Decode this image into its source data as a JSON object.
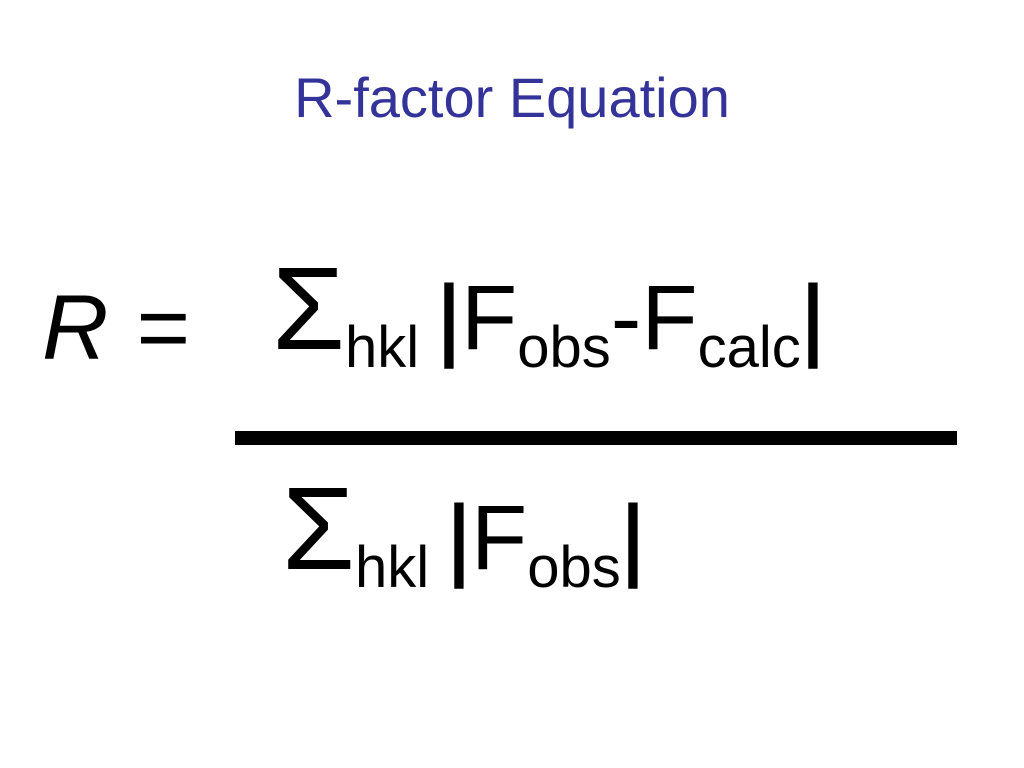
{
  "slide": {
    "title": "R-factor Equation",
    "title_color": "#333399"
  },
  "equation": {
    "lhs": {
      "var": "R",
      "equals": "="
    },
    "numerator": {
      "sigma": "Σ",
      "sigma_sub": "hkl",
      "bar_open": "|",
      "term1": "F",
      "term1_sub": "obs",
      "minus": "-",
      "term2": "F",
      "term2_sub": "calc",
      "bar_close": "|"
    },
    "denominator": {
      "sigma": "Σ",
      "sigma_sub": "hkl",
      "bar_open": "|",
      "term": "F",
      "term_sub": "obs",
      "bar_close": "|"
    }
  }
}
